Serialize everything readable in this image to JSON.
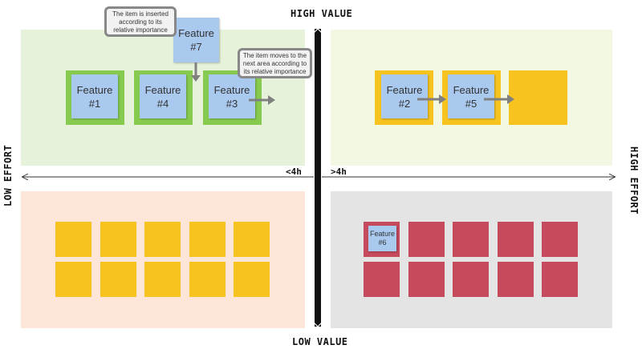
{
  "axes": {
    "top": "HIGH VALUE",
    "bottom": "LOW VALUE",
    "left": "LOW EFFORT",
    "right": "HIGH EFFORT",
    "effort_low": "<4h",
    "effort_high": ">4h"
  },
  "callouts": {
    "inserted": "The item is inserted according to its relative importance",
    "moves": "The item moves to the next area according to its relative importance"
  },
  "notes": {
    "f7": {
      "line1": "Feature",
      "line2": "#7"
    },
    "f1": {
      "line1": "Feature",
      "line2": "#1"
    },
    "f4": {
      "line1": "Feature",
      "line2": "#4"
    },
    "f3": {
      "line1": "Feature",
      "line2": "#3"
    },
    "f2": {
      "line1": "Feature",
      "line2": "#2"
    },
    "f5": {
      "line1": "Feature",
      "line2": "#5"
    },
    "f6": {
      "line1": "Feature",
      "line2": "#6"
    }
  },
  "colors": {
    "quick_wins_bg": "#e6f3da",
    "major_projects_bg": "#f3f8e2",
    "fill_ins_bg": "#fde6d8",
    "thankless_bg": "#e4e4e4",
    "green_slot": "#86cb4f",
    "yellow_slot": "#f7c31e",
    "red_slot": "#c44a5c",
    "sticky_note": "#a9c9ef",
    "callout_border": "#888888",
    "arrow": "#808080",
    "axis": "#111111"
  }
}
